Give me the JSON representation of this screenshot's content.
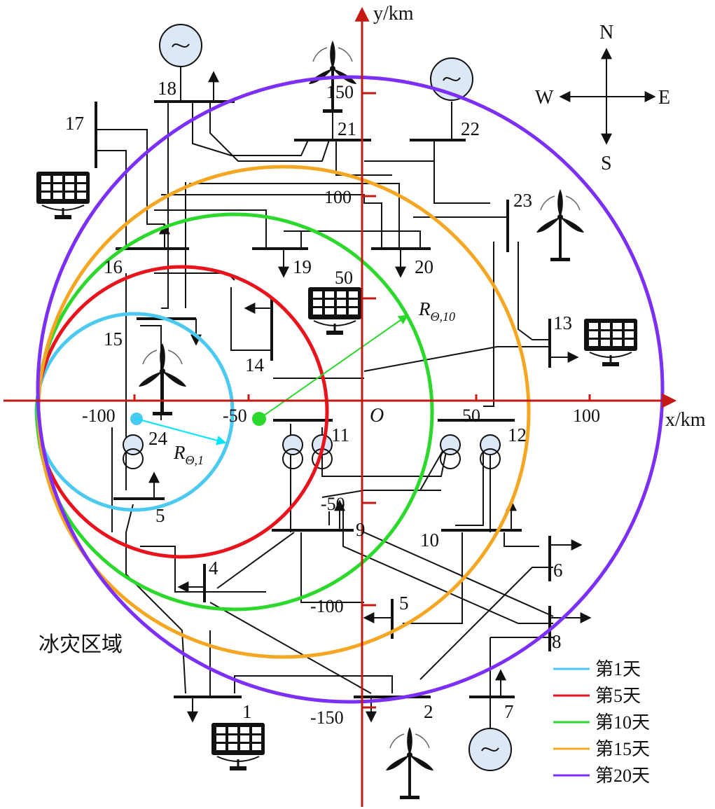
{
  "axes": {
    "x_label": "x/km",
    "y_label": "y/km",
    "origin_label": "O",
    "x_ticks": [
      "-100",
      "-50",
      "50",
      "100"
    ],
    "y_ticks": [
      "150",
      "100",
      "50",
      "-50",
      "-100",
      "-150"
    ]
  },
  "compass": {
    "north": "N",
    "south": "S",
    "east": "E",
    "west": "W"
  },
  "region_label": "冰灾区域",
  "radius_labels": {
    "r1": "R",
    "r1_sub": "Θ,1",
    "r10": "R",
    "r10_sub": "Θ,10"
  },
  "buses": {
    "b1": "1",
    "b2": "2",
    "b4": "4",
    "b5a": "5",
    "b5b": "5",
    "b6": "6",
    "b7": "7",
    "b8": "8",
    "b9": "9",
    "b10": "10",
    "b11": "11",
    "b12": "12",
    "b13": "13",
    "b14": "14",
    "b15": "15",
    "b16": "16",
    "b17": "17",
    "b18": "18",
    "b19": "19",
    "b20": "20",
    "b21": "21",
    "b22": "22",
    "b23": "23",
    "b24": "24"
  },
  "legend": [
    {
      "label": "第1天",
      "color": "#4cc9f0"
    },
    {
      "label": "第5天",
      "color": "#e8131b"
    },
    {
      "label": "第10天",
      "color": "#2bd82b"
    },
    {
      "label": "第15天",
      "color": "#f5a623"
    },
    {
      "label": "第20天",
      "color": "#7b2ff7"
    }
  ],
  "colors": {
    "axis": "#c41a14",
    "line": "#111111",
    "gen_fill": "#dce8f6"
  },
  "icons": [
    "solar-panel-icon",
    "wind-turbine-icon",
    "generator-icon",
    "transformer-icon",
    "compass-icon"
  ]
}
